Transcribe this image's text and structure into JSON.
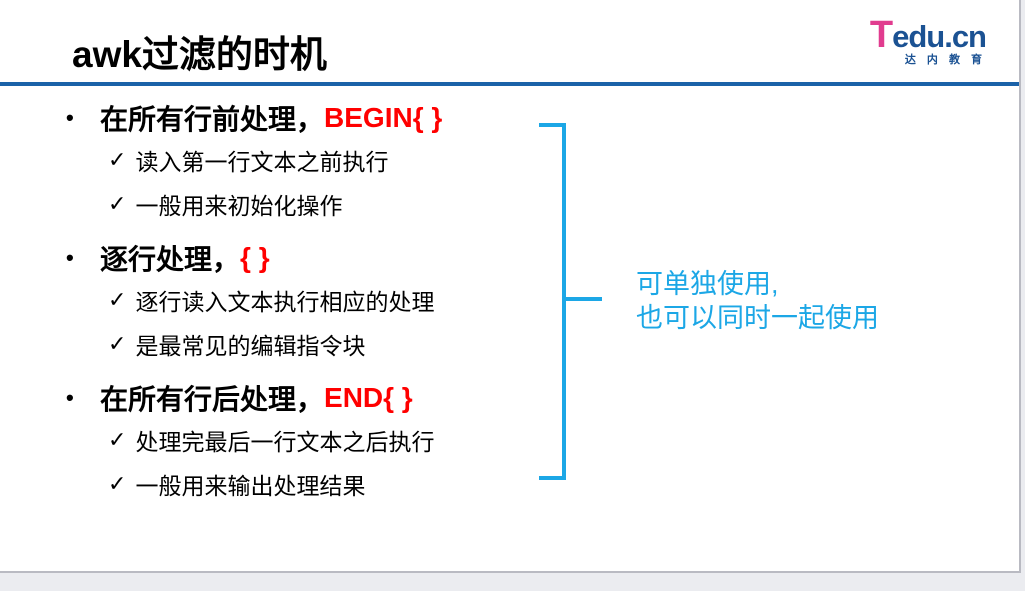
{
  "slide": {
    "title": "awk过滤的时机",
    "logo": {
      "brand_t": "T",
      "brand_rest": "edu.cn",
      "subtitle": "达 内 教 育"
    },
    "icons": {
      "bullet": "•",
      "check": "✓"
    },
    "bullets": [
      {
        "text": "在所有行前处理，",
        "highlight": "BEGIN{ }",
        "subs": [
          "读入第一行文本之前执行",
          "一般用来初始化操作"
        ]
      },
      {
        "text": "逐行处理，",
        "highlight": "{ }",
        "subs": [
          "逐行读入文本执行相应的处理",
          "是最常见的编辑指令块"
        ]
      },
      {
        "text": "在所有行后处理，",
        "highlight": "END{ }",
        "subs": [
          "处理完最后一行文本之后执行",
          "一般用来输出处理结果"
        ]
      }
    ],
    "side_note": {
      "line1": "可单独使用,",
      "line2": "也可以同时一起使用"
    },
    "colors": {
      "accent_red": "#ff0000",
      "accent_cyan": "#1ca7e6",
      "rule_blue": "#1a62a8",
      "logo_blue": "#1b5293",
      "logo_pink": "#e13c8f",
      "canvas_gray": "#ebecf0"
    }
  }
}
